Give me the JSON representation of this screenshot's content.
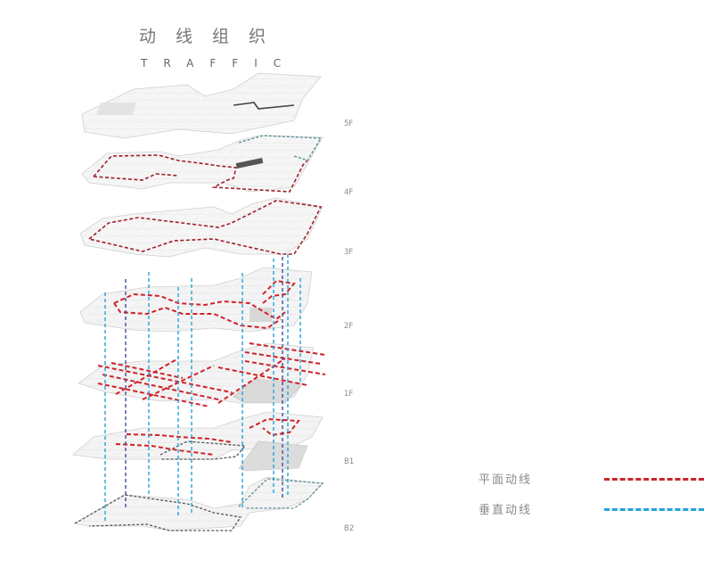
{
  "header": {
    "title": "动线组织",
    "subtitle": "TRAFFIC"
  },
  "floors": [
    {
      "label": "5F"
    },
    {
      "label": "4F"
    },
    {
      "label": "3F"
    },
    {
      "label": "2F"
    },
    {
      "label": "1F"
    },
    {
      "label": "B1"
    },
    {
      "label": "B2"
    }
  ],
  "legend": {
    "items": [
      {
        "label": "平面动线",
        "color": "#d0222b"
      },
      {
        "label": "垂直动线",
        "color": "#1fa3dc"
      }
    ]
  },
  "colors": {
    "horizontal": "#d0222b",
    "vertical": "#1fa3dc",
    "vertical_dark": "#3a4f9a",
    "plan_fill": "#f4f4f4",
    "plan_stroke": "#c8c8c8",
    "boundary_dark": "#555555",
    "boundary_teal": "#5a8f95"
  }
}
